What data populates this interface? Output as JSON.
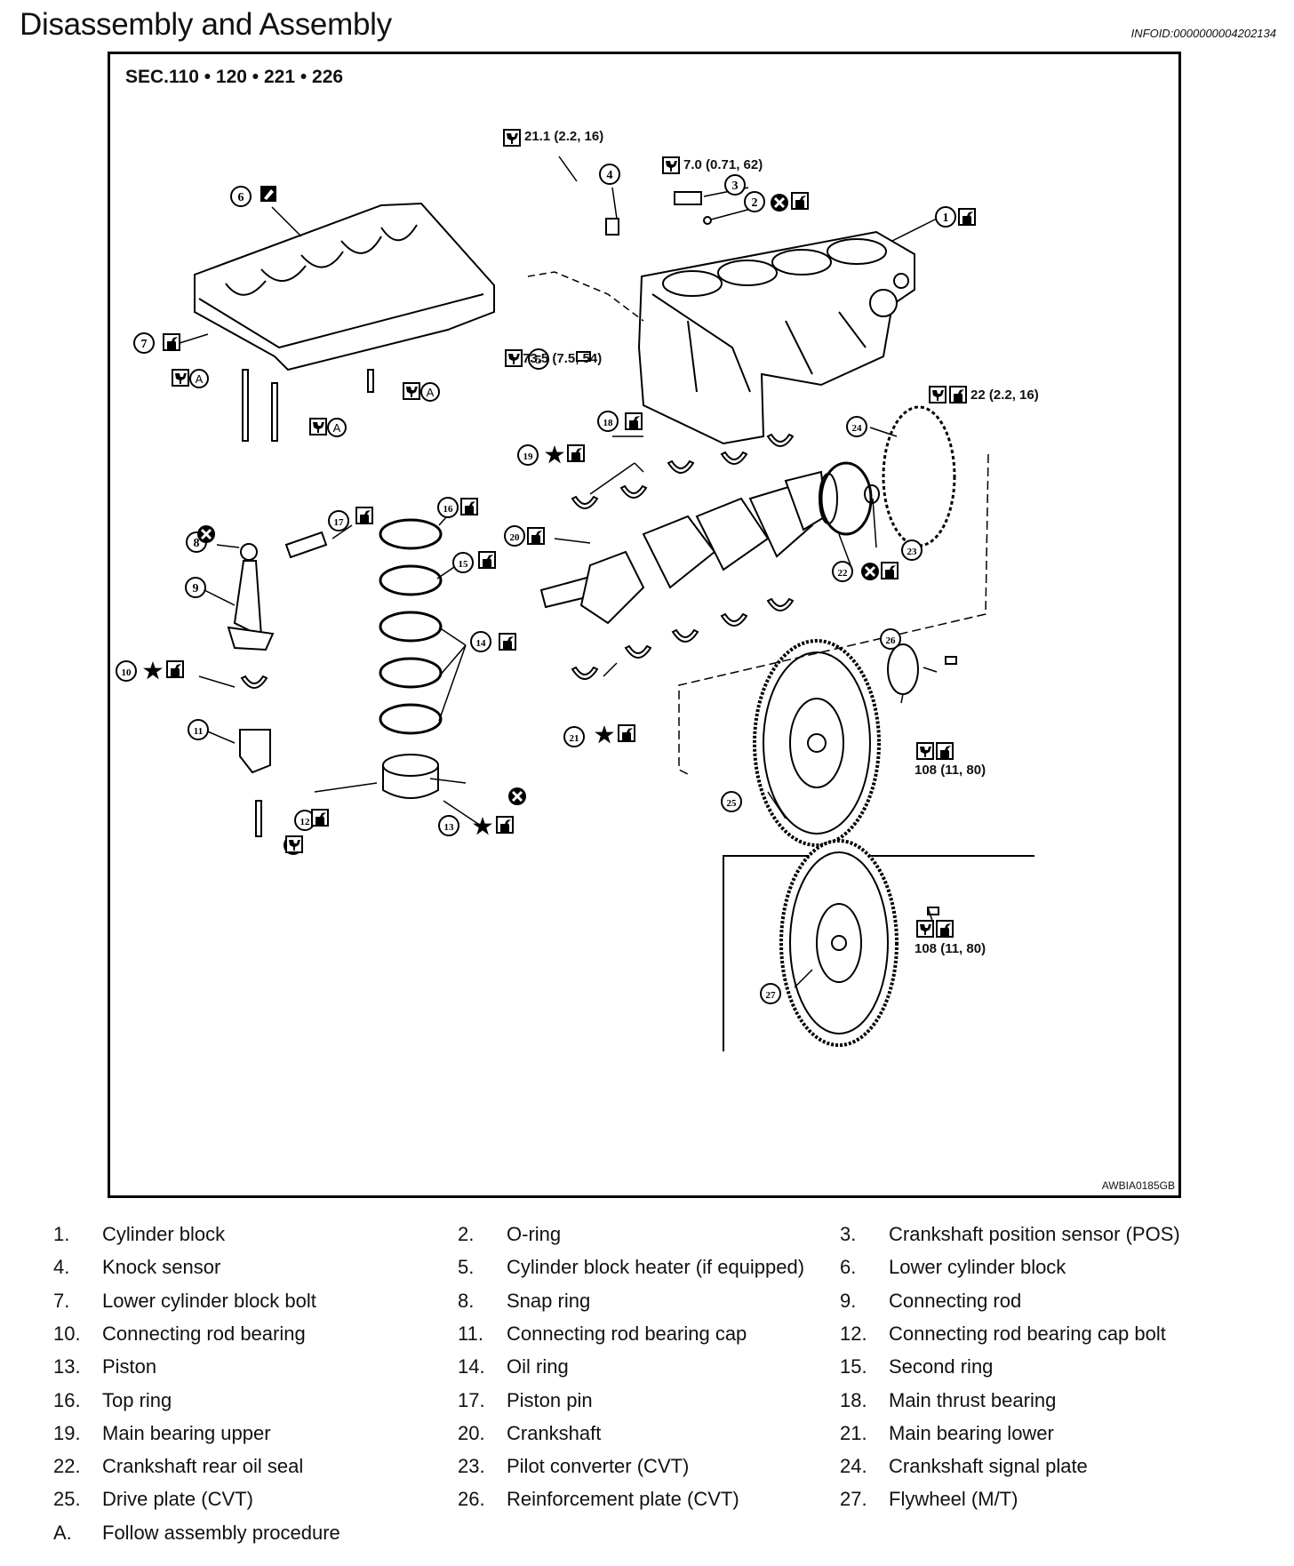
{
  "header": {
    "title": "Disassembly and Assembly",
    "info_id": "INFOID:0000000004202134"
  },
  "figure": {
    "section": "SEC.110 • 120 • 221 • 226",
    "code": "AWBIA0185GB",
    "torque_labels": {
      "knock_sensor": "21.1 (2.2, 16)",
      "pos_sensor": "7.0 (0.71, 62)",
      "heater": "73.5 (7.5, 54)",
      "signal_plate": "22 (2.2, 16)",
      "drive_plate": "108 (11, 80)",
      "flywheel": "108 (11, 80)"
    },
    "callout_numbers": [
      "1",
      "2",
      "3",
      "4",
      "5",
      "6",
      "7",
      "8",
      "9",
      "10",
      "11",
      "12",
      "13",
      "14",
      "15",
      "16",
      "17",
      "18",
      "19",
      "20",
      "21",
      "22",
      "23",
      "24",
      "25",
      "26",
      "27"
    ],
    "procedure_letter": "A",
    "icons": [
      "torque-wrench-icon",
      "oil-can-icon",
      "do-not-reuse-icon",
      "star-icon",
      "sealant-icon"
    ]
  },
  "legend": [
    {
      "num": "1.",
      "text": "Cylinder block"
    },
    {
      "num": "2.",
      "text": "O-ring"
    },
    {
      "num": "3.",
      "text": "Crankshaft position sensor (POS)"
    },
    {
      "num": "4.",
      "text": "Knock sensor"
    },
    {
      "num": "5.",
      "text": "Cylinder block heater (if equipped)"
    },
    {
      "num": "6.",
      "text": "Lower cylinder block"
    },
    {
      "num": "7.",
      "text": "Lower cylinder block bolt"
    },
    {
      "num": "8.",
      "text": "Snap ring"
    },
    {
      "num": "9.",
      "text": "Connecting rod"
    },
    {
      "num": "10.",
      "text": "Connecting rod bearing"
    },
    {
      "num": "11.",
      "text": "Connecting rod bearing cap"
    },
    {
      "num": "12.",
      "text": "Connecting rod bearing cap bolt"
    },
    {
      "num": "13.",
      "text": "Piston"
    },
    {
      "num": "14.",
      "text": "Oil ring"
    },
    {
      "num": "15.",
      "text": "Second ring"
    },
    {
      "num": "16.",
      "text": "Top ring"
    },
    {
      "num": "17.",
      "text": "Piston pin"
    },
    {
      "num": "18.",
      "text": "Main thrust bearing"
    },
    {
      "num": "19.",
      "text": "Main bearing upper"
    },
    {
      "num": "20.",
      "text": "Crankshaft"
    },
    {
      "num": "21.",
      "text": "Main bearing lower"
    },
    {
      "num": "22.",
      "text": "Crankshaft rear oil seal"
    },
    {
      "num": "23.",
      "text": "Pilot converter (CVT)"
    },
    {
      "num": "24.",
      "text": "Crankshaft signal plate"
    },
    {
      "num": "25.",
      "text": "Drive plate (CVT)"
    },
    {
      "num": "26.",
      "text": "Reinforcement plate (CVT)"
    },
    {
      "num": "27.",
      "text": "Flywheel (M/T)"
    },
    {
      "num": "A.",
      "text": "Follow assembly procedure"
    }
  ]
}
